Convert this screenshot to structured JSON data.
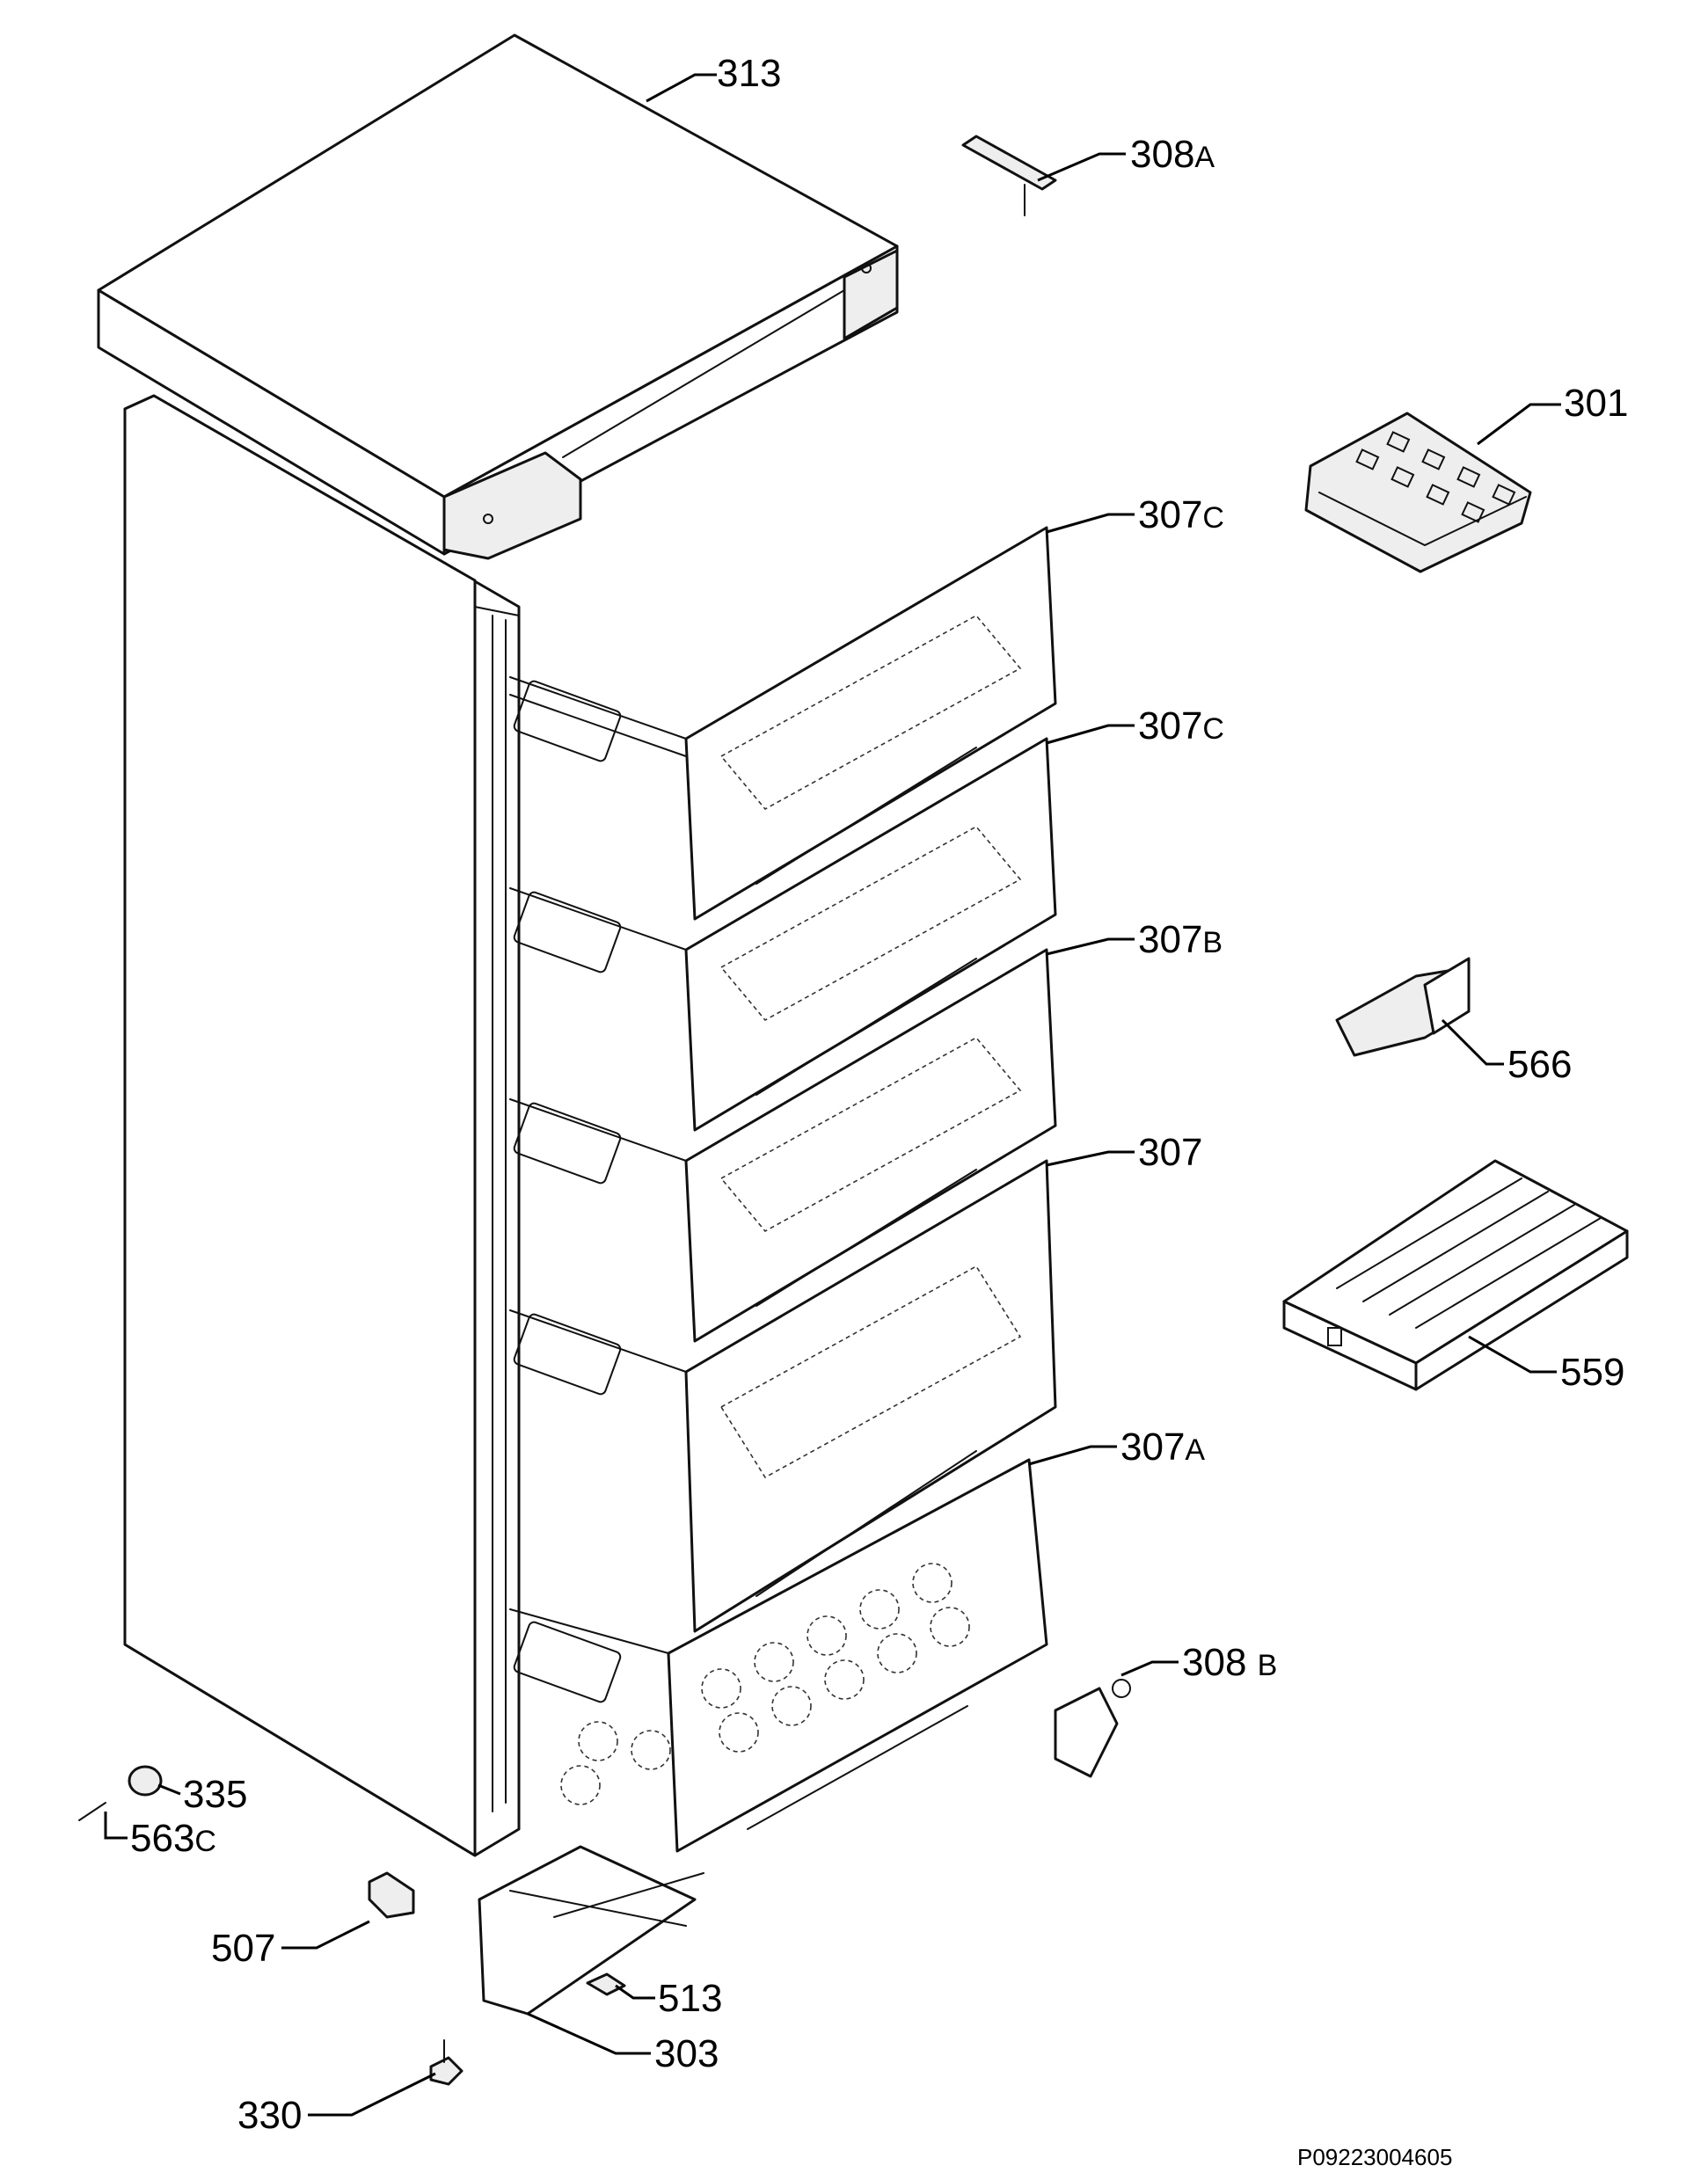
{
  "diagram": {
    "labels": [
      {
        "id": "313",
        "number": "313",
        "suffix": ""
      },
      {
        "id": "308a",
        "number": "308",
        "suffix": "A"
      },
      {
        "id": "301",
        "number": "301",
        "suffix": ""
      },
      {
        "id": "307c-top",
        "number": "307",
        "suffix": "C"
      },
      {
        "id": "307c-second",
        "number": "307",
        "suffix": "C"
      },
      {
        "id": "307b",
        "number": "307",
        "suffix": "B"
      },
      {
        "id": "566",
        "number": "566",
        "suffix": ""
      },
      {
        "id": "307",
        "number": "307",
        "suffix": ""
      },
      {
        "id": "559",
        "number": "559",
        "suffix": ""
      },
      {
        "id": "307a",
        "number": "307",
        "suffix": "A"
      },
      {
        "id": "308b",
        "number": "308",
        "suffix": "B"
      },
      {
        "id": "335",
        "number": "335",
        "suffix": ""
      },
      {
        "id": "563c",
        "number": "563",
        "suffix": "C"
      },
      {
        "id": "507",
        "number": "507",
        "suffix": ""
      },
      {
        "id": "513",
        "number": "513",
        "suffix": ""
      },
      {
        "id": "303",
        "number": "303",
        "suffix": ""
      },
      {
        "id": "330",
        "number": "330",
        "suffix": ""
      }
    ],
    "document_code": "P09223004605"
  }
}
